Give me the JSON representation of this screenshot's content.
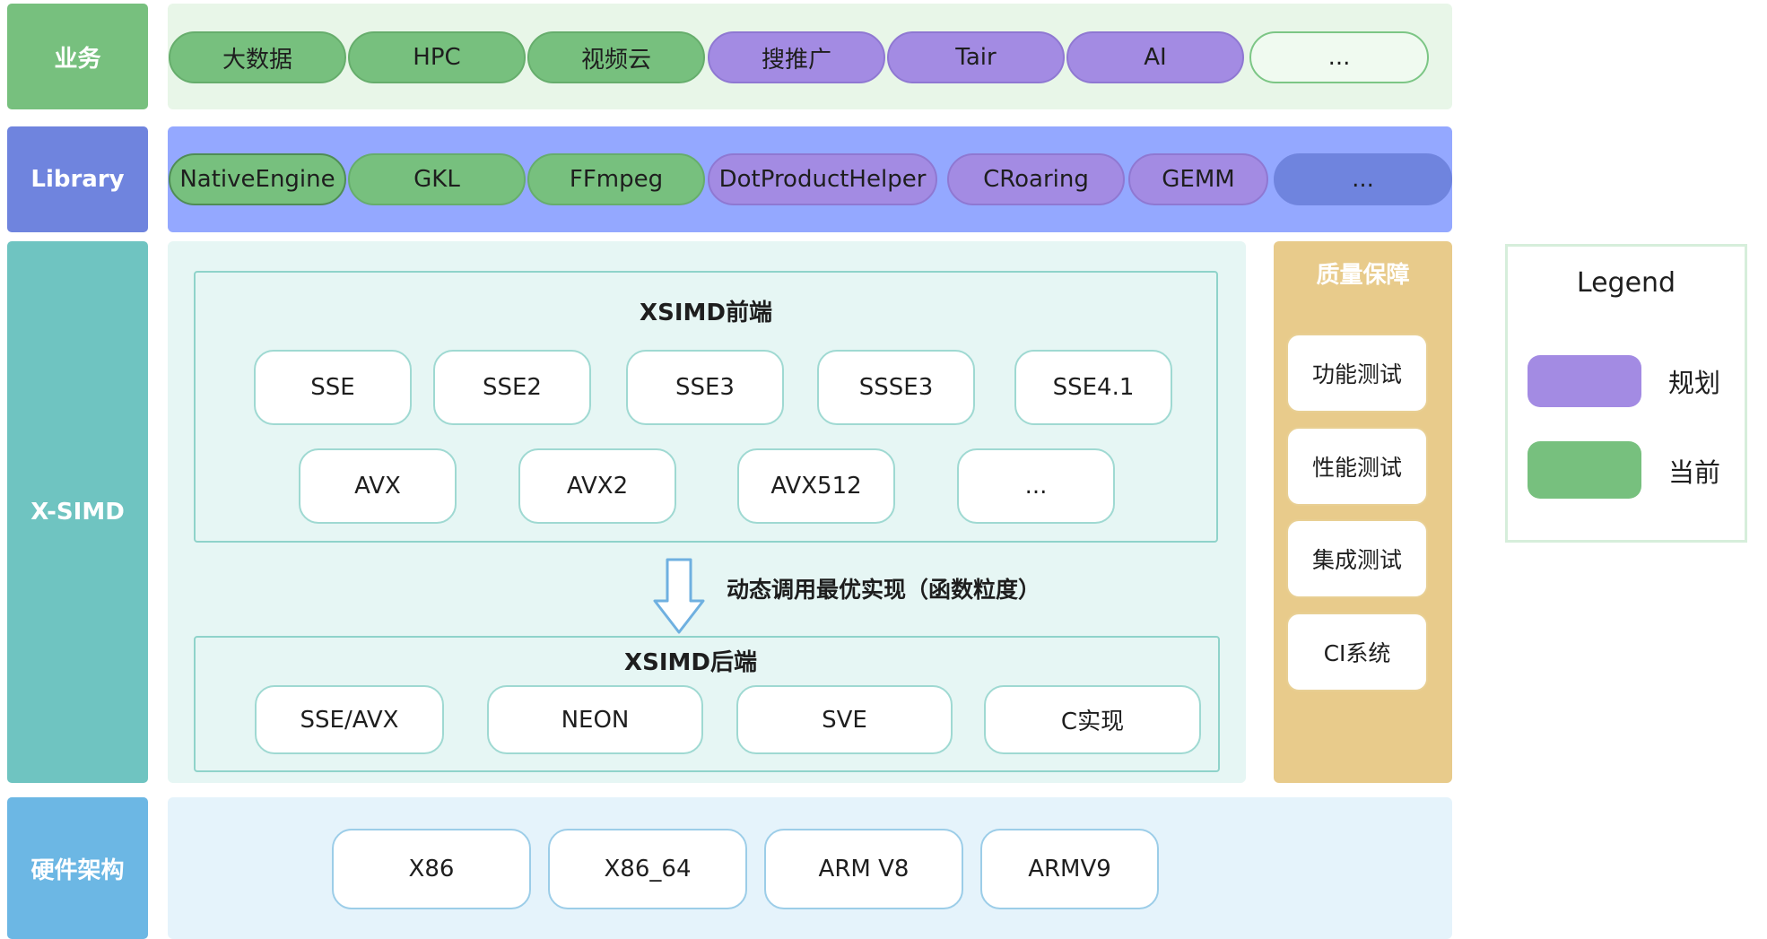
{
  "row_labels": {
    "business": "业务",
    "library": "Library",
    "xsimd": "X-SIMD",
    "hardware": "硬件架构"
  },
  "business_items": [
    {
      "label": "大数据",
      "status": "current"
    },
    {
      "label": "HPC",
      "status": "current"
    },
    {
      "label": "视频云",
      "status": "current"
    },
    {
      "label": "搜推广",
      "status": "planned"
    },
    {
      "label": "Tair",
      "status": "planned"
    },
    {
      "label": "AI",
      "status": "planned"
    },
    {
      "label": "...",
      "status": "more"
    }
  ],
  "library_items": [
    {
      "label": "NativeEngine",
      "status": "current"
    },
    {
      "label": "GKL",
      "status": "current"
    },
    {
      "label": "FFmpeg",
      "status": "current"
    },
    {
      "label": "DotProductHelper",
      "status": "planned"
    },
    {
      "label": "CRoaring",
      "status": "planned"
    },
    {
      "label": "GEMM",
      "status": "planned"
    },
    {
      "label": "...",
      "status": "more"
    }
  ],
  "frontend": {
    "title": "XSIMD前端",
    "row1": [
      "SSE",
      "SSE2",
      "SSE3",
      "SSSE3",
      "SSE4.1"
    ],
    "row2": [
      "AVX",
      "AVX2",
      "AVX512",
      "..."
    ]
  },
  "dispatch_label": "动态调用最优实现（函数粒度）",
  "backend": {
    "title": "XSIMD后端",
    "items": [
      "SSE/AVX",
      "NEON",
      "SVE",
      "C实现"
    ]
  },
  "quality": {
    "title": "质量保障",
    "items": [
      "功能测试",
      "性能测试",
      "集成测试",
      "CI系统"
    ]
  },
  "hardware_items": [
    "X86",
    "X86_64",
    "ARM V8",
    "ARMV9"
  ],
  "legend": {
    "title": "Legend",
    "items": [
      {
        "label": "规划",
        "color": "#a38be3"
      },
      {
        "label": "当前",
        "color": "#77c07e"
      }
    ]
  },
  "colors": {
    "current": "#77c07e",
    "planned": "#a38be3",
    "business_band": "#e8f6e8",
    "library_band": "#94a8ff",
    "xsimd_band": "#e6f6f4",
    "quality_band": "#e8cb8b",
    "hardware_band": "#e5f3fb"
  }
}
